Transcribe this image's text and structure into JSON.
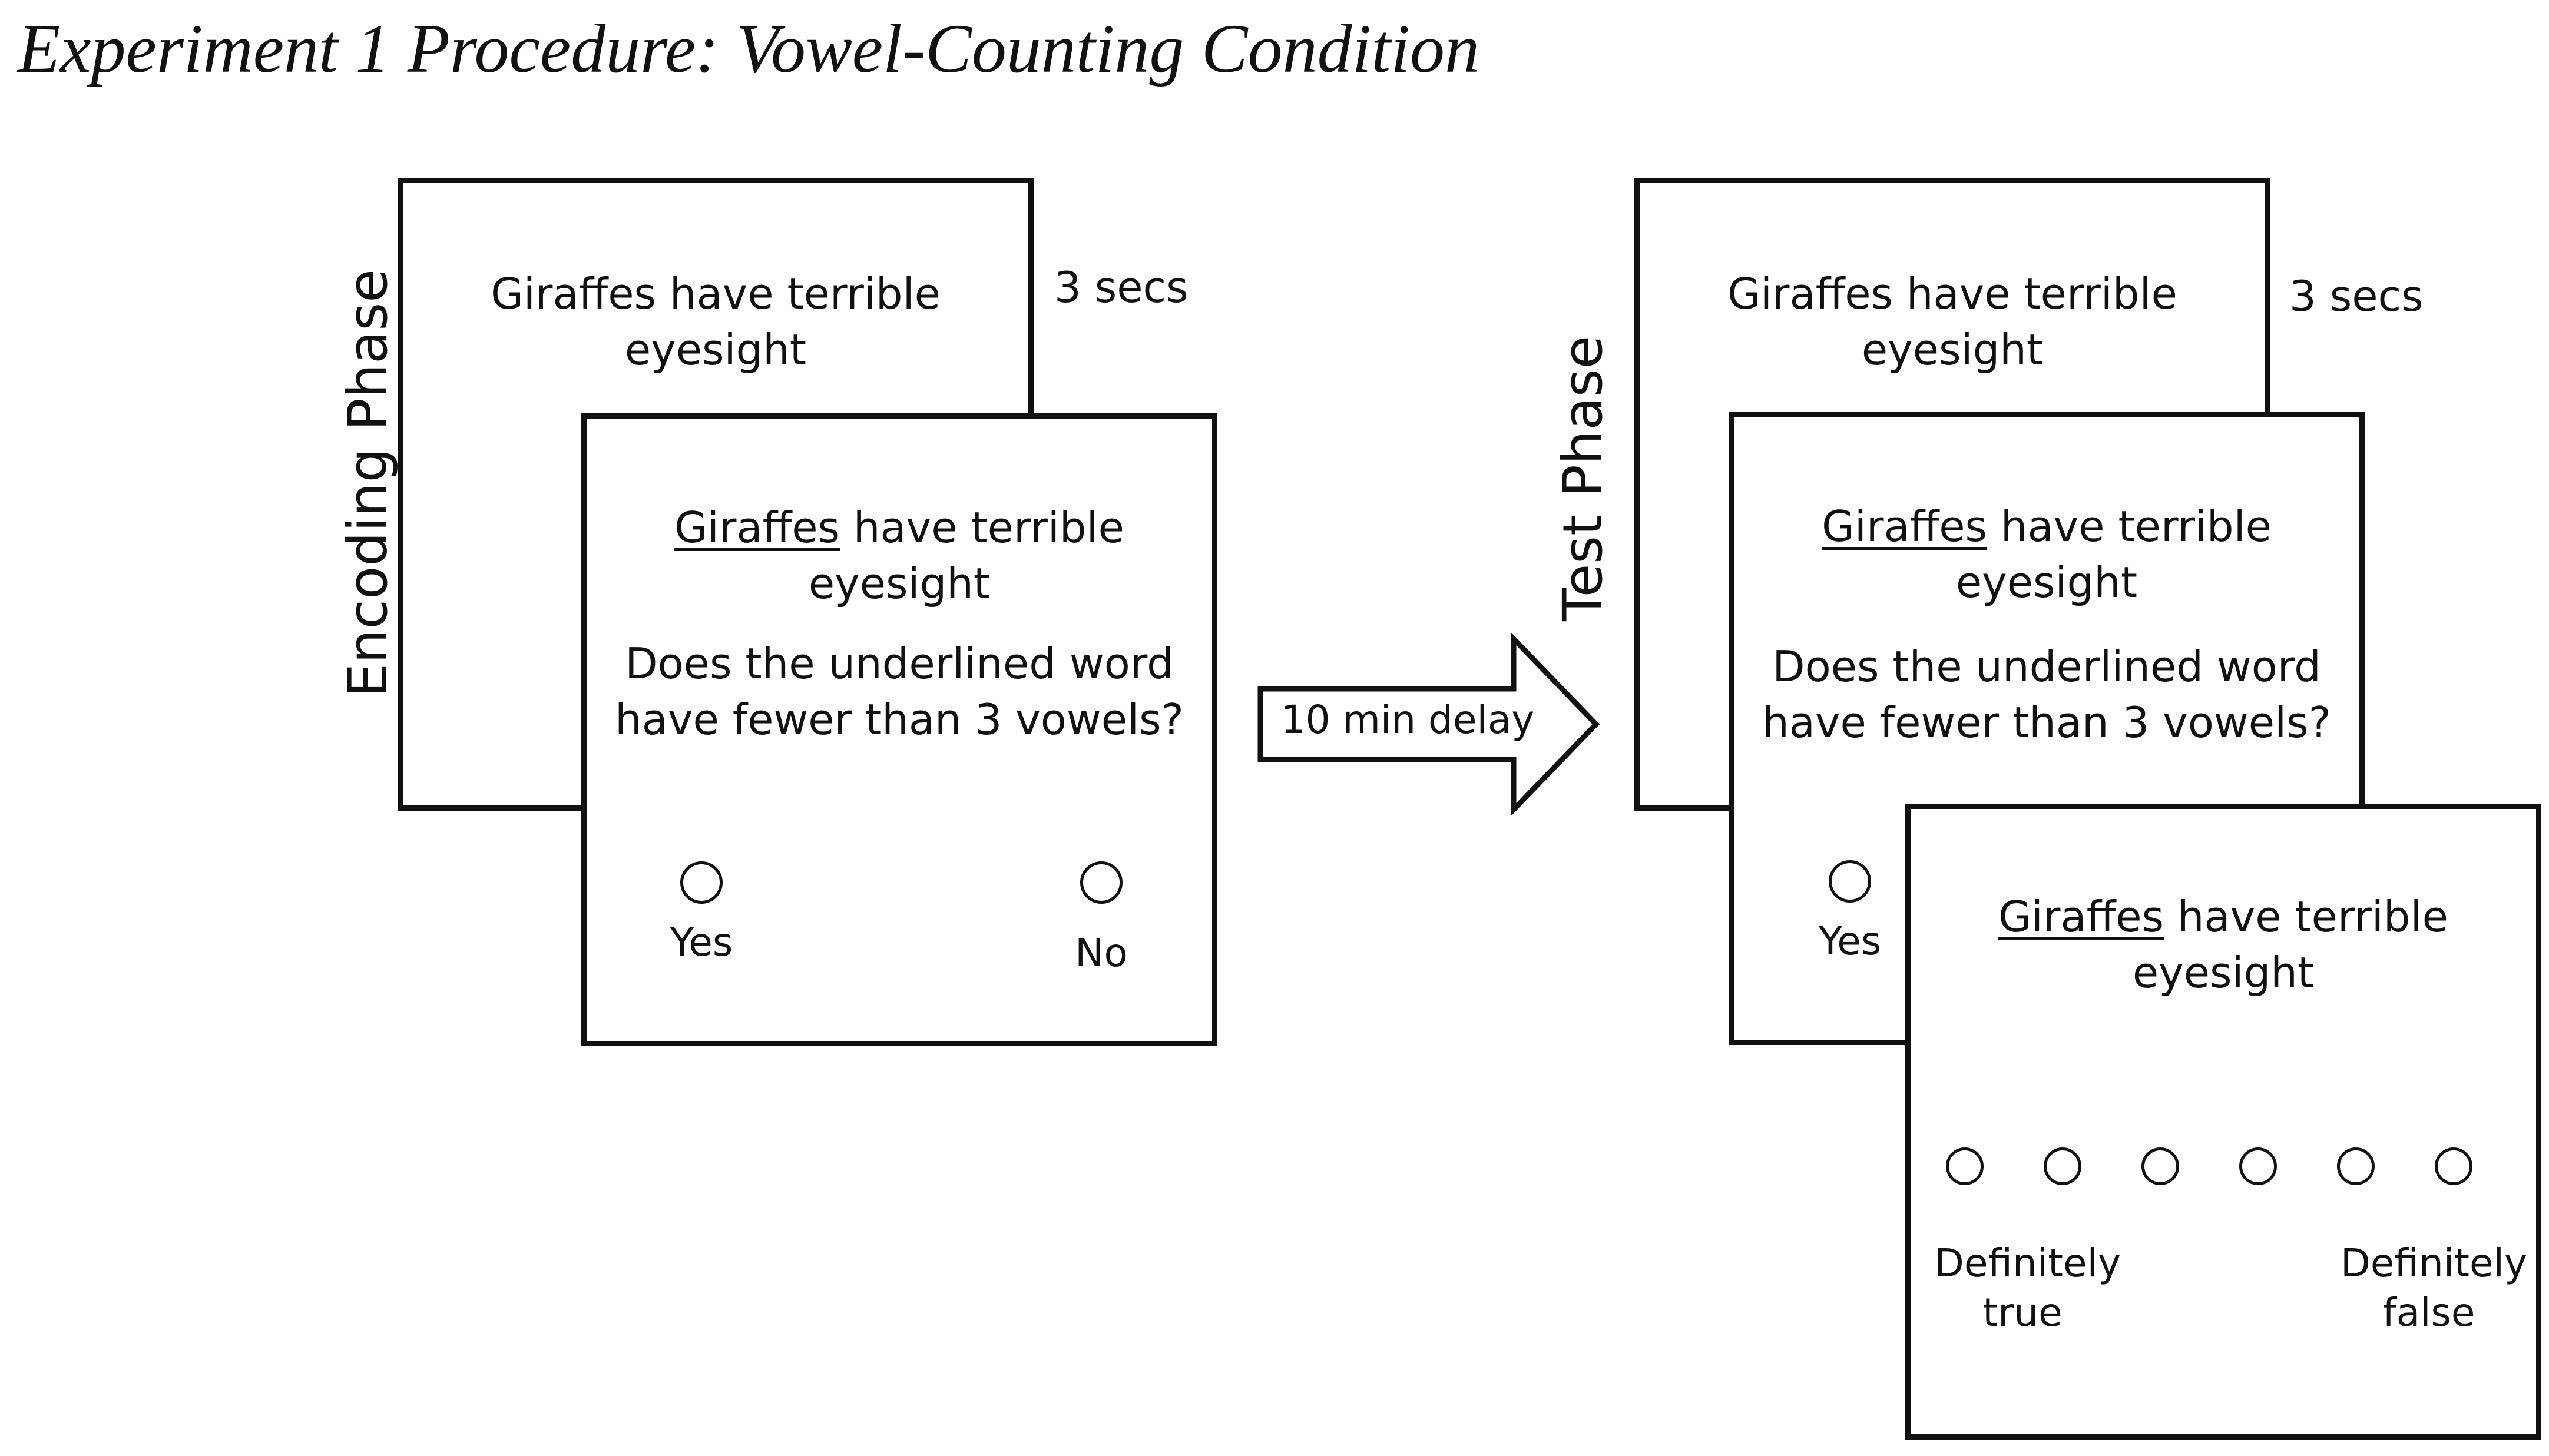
{
  "title": "Experiment 1 Procedure: Vowel-Counting Condition",
  "encoding": {
    "label": "Encoding Phase",
    "screen1": {
      "line1": "Giraffes have terrible",
      "line2": "eyesight",
      "duration": "3 secs"
    },
    "screen2": {
      "underlined": "Giraffes",
      "rest": " have terrible",
      "line2": "eyesight",
      "question1": "Does the underlined word",
      "question2": "have fewer than 3 vowels?",
      "options": [
        "Yes",
        "No"
      ]
    }
  },
  "delay": {
    "label": "10 min delay"
  },
  "test": {
    "label": "Test Phase",
    "screen1": {
      "line1": "Giraffes have terrible",
      "line2": "eyesight",
      "duration": "3 secs"
    },
    "screen2": {
      "underlined": "Giraffes",
      "rest": " have terrible",
      "line2": "eyesight",
      "question1": "Does the underlined word",
      "question2": "have fewer than 3 vowels?",
      "options": [
        "Yes"
      ]
    },
    "screen3": {
      "underlined": "Giraffes",
      "rest": " have terrible",
      "line2": "eyesight",
      "scale_points": 6,
      "left_anchor": [
        "Definitely",
        "true"
      ],
      "right_anchor": [
        "Definitely",
        "false"
      ]
    }
  }
}
